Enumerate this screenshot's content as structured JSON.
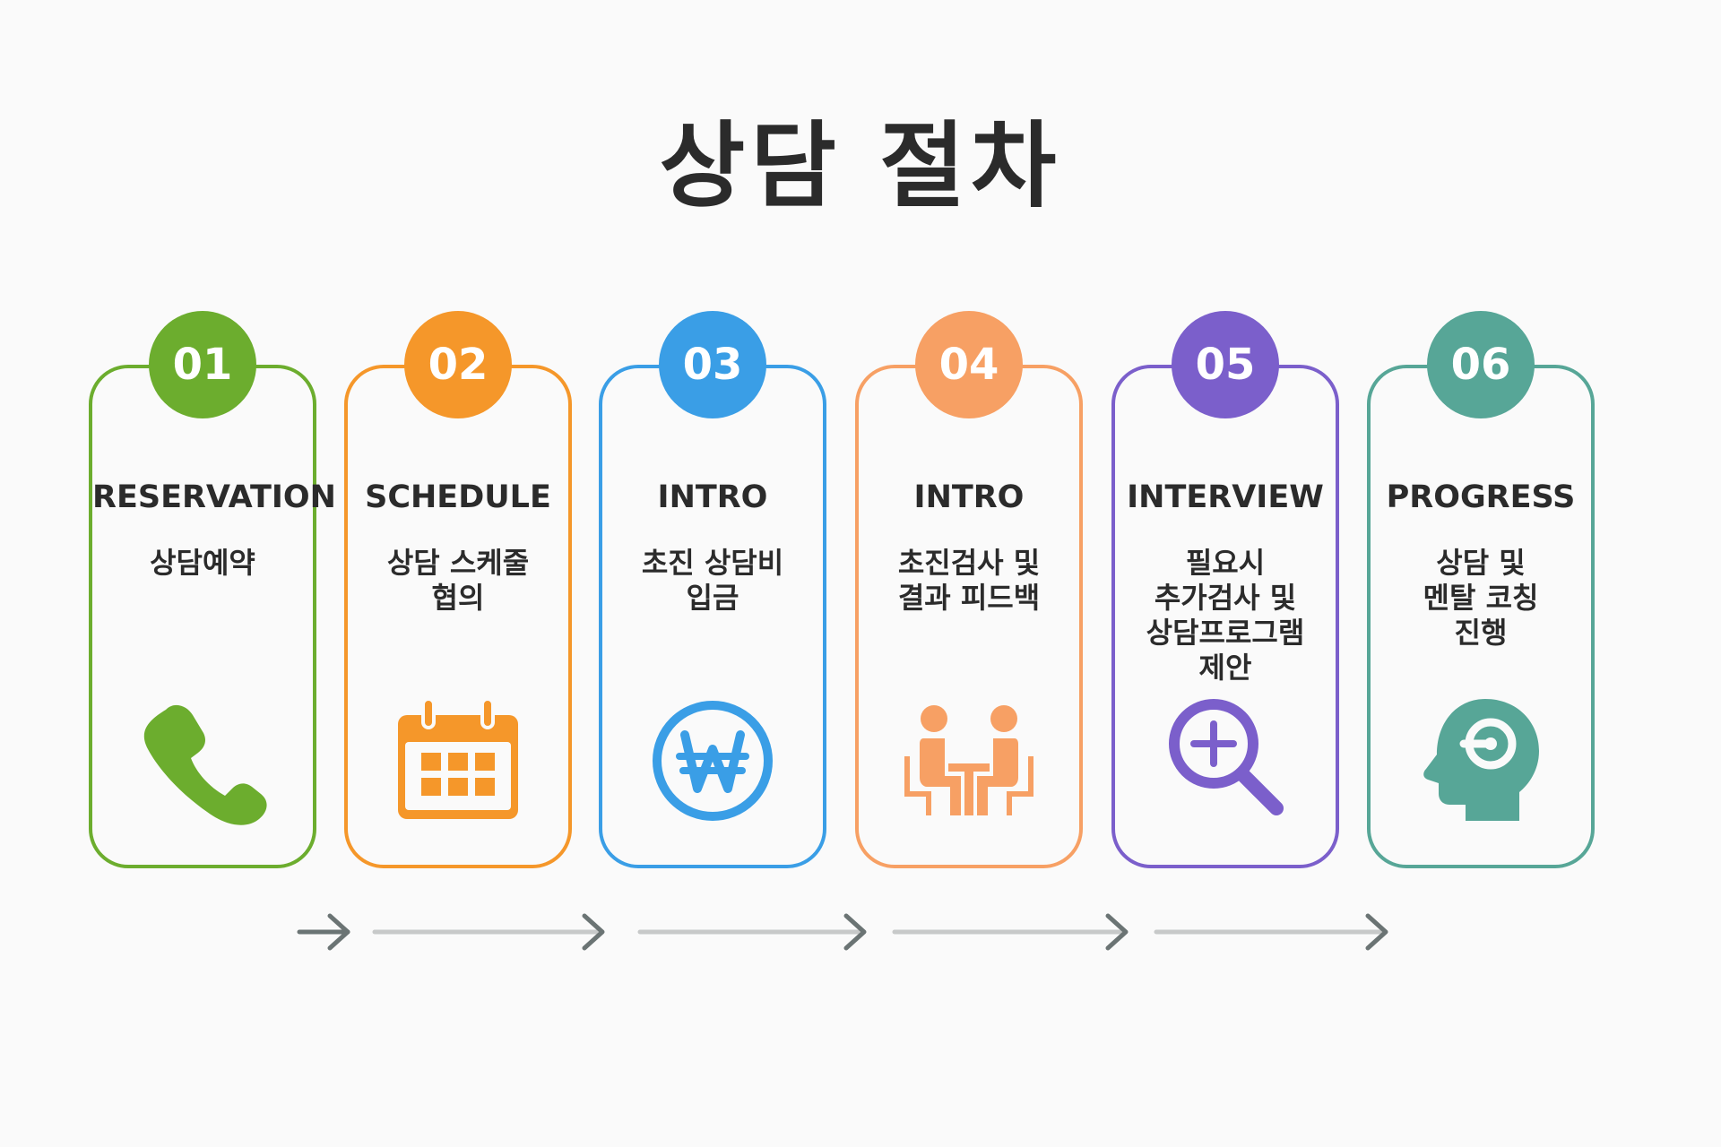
{
  "title": "상담 절차",
  "steps": [
    {
      "number": "01",
      "title": "RESERVATION",
      "desc": "상담예약",
      "icon": "phone-icon",
      "color": "#6cad2e"
    },
    {
      "number": "02",
      "title": "SCHEDULE",
      "desc": "상담 스케줄\n협의",
      "icon": "calendar-icon",
      "color": "#f5972a"
    },
    {
      "number": "03",
      "title": "INTRO",
      "desc": "초진 상담비\n입금",
      "icon": "won-coin-icon",
      "color": "#3a9ee6"
    },
    {
      "number": "04",
      "title": "INTRO",
      "desc": "초진검사 및\n결과 피드백",
      "icon": "meeting-icon",
      "color": "#f7a064"
    },
    {
      "number": "05",
      "title": "INTERVIEW",
      "desc": "필요시\n추가검사 및\n상담프로그램\n제안",
      "icon": "magnifier-plus-icon",
      "color": "#7b5fcb"
    },
    {
      "number": "06",
      "title": "PROGRESS",
      "desc": "상담 및\n멘탈 코칭\n진행",
      "icon": "head-coaching-icon",
      "color": "#57a697"
    }
  ],
  "colors": {
    "text": "#2b2b2b",
    "arrow_head": "#6b7474",
    "arrow_line": "#c7c9c9",
    "background": "#fafafa"
  }
}
